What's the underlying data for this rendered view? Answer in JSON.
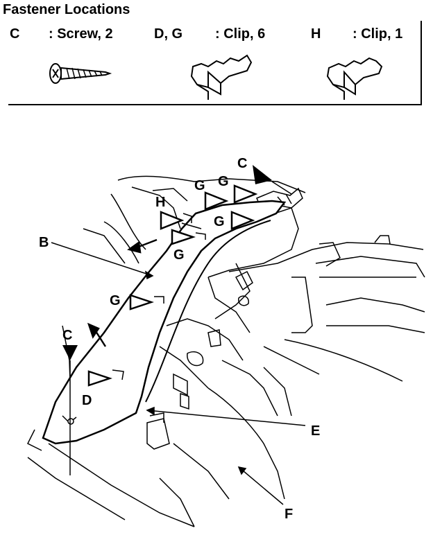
{
  "title": "Fastener Locations",
  "fasteners": [
    {
      "code": "C",
      "desc": ": Screw, 2",
      "icon": "screw-icon"
    },
    {
      "code": "D, G",
      "desc": ": Clip, 6",
      "icon": "clip-icon"
    },
    {
      "code": "H",
      "desc": ": Clip, 1",
      "icon": "clip-icon"
    }
  ],
  "callouts": {
    "B": "B",
    "C_top": "C",
    "C_left": "C",
    "D": "D",
    "E": "E",
    "F": "F",
    "G1": "G",
    "G2": "G",
    "G3": "G",
    "G4": "G",
    "G5": "G",
    "H": "H"
  }
}
